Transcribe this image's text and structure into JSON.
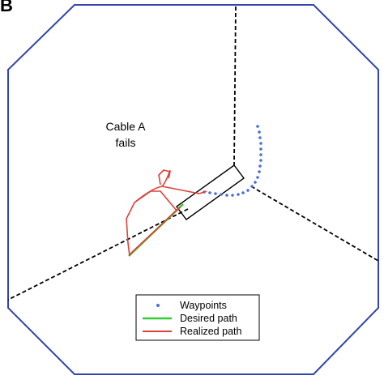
{
  "figure": {
    "panel_label": "B",
    "annotation_line1": "Cable A",
    "annotation_line2": "fails"
  },
  "legend": {
    "items": [
      {
        "label": "Waypoints",
        "color": "#4a6fd8",
        "style": "dots"
      },
      {
        "label": "Desired path",
        "color": "#33cc33",
        "style": "line"
      },
      {
        "label": "Realized path",
        "color": "#e0403a",
        "style": "line"
      }
    ]
  },
  "colors": {
    "boundary": "#3344aa",
    "cable_lines": "#000000",
    "platform": "#000000"
  }
}
